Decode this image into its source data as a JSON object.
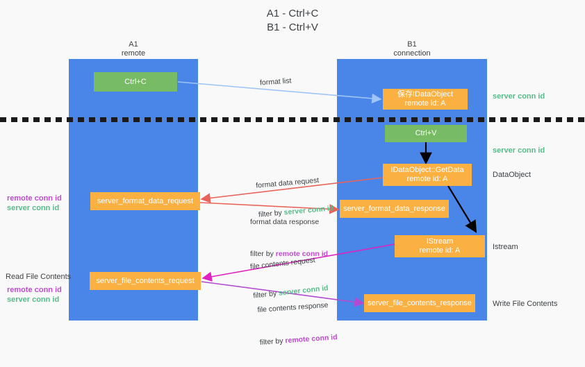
{
  "title": "A1 - Ctrl+C\nB1 - Ctrl+V",
  "columns": {
    "left": {
      "name": "A1",
      "role": "remote",
      "header": "A1\nremote"
    },
    "right": {
      "name": "B1",
      "role": "connection",
      "header": "B1\nconnection"
    }
  },
  "boxes": {
    "ctrl_c": "Ctrl+C",
    "ctrl_v": "Ctrl+V",
    "save_idataobject": "保存IDataObject\nremote id: A",
    "getdata": "IDataObject::GetData\nremote id: A",
    "istream": "IStream\nremote id: A",
    "server_format_data_request": "server_format_data_request",
    "server_format_data_response": "server_format_data_response",
    "server_file_contents_request": "server_file_contents_request",
    "server_file_contents_response": "server_file_contents_response"
  },
  "edges": {
    "format_list": "format list",
    "format_data_request": "format data request",
    "format_data_request_filter_prefix": "filter by ",
    "format_data_request_filter_key": "server conn id",
    "format_data_response": "format data response",
    "format_data_response_filter_prefix": "filter by ",
    "format_data_response_filter_key": "remote conn id",
    "file_contents_request": "file contents request",
    "file_contents_request_filter_prefix": "filter by ",
    "file_contents_request_filter_key": "server conn id",
    "file_contents_response": "file contents response",
    "file_contents_response_filter_prefix": "filter by ",
    "file_contents_response_filter_key": "remote conn id"
  },
  "right_annotations": {
    "server_conn_id_top": "server conn id",
    "server_conn_id_second": "server conn id",
    "dataobject": "DataObject",
    "istream": "Istream",
    "write_file_contents": "Write File Contents"
  },
  "left_annotations": {
    "remote_conn_id_mid": "remote conn id",
    "server_conn_id_mid": "server conn id",
    "read_file_contents": "Read File Contents",
    "remote_conn_id_bottom": "remote conn id",
    "server_conn_id_bottom": "server conn id"
  },
  "colors": {
    "lane": "#4a86e8",
    "green_box": "#77bb65",
    "orange_box": "#fbb042",
    "green_text": "#57bb8a",
    "purple_text": "#c04ad0",
    "light_blue_arrow": "#9fc5f8",
    "red_arrow": "#e8645a",
    "magenta_arrow": "#e022c0",
    "purple_arrow": "#b44ad0",
    "black_arrow": "#000000",
    "background": "#f9f9f9"
  }
}
